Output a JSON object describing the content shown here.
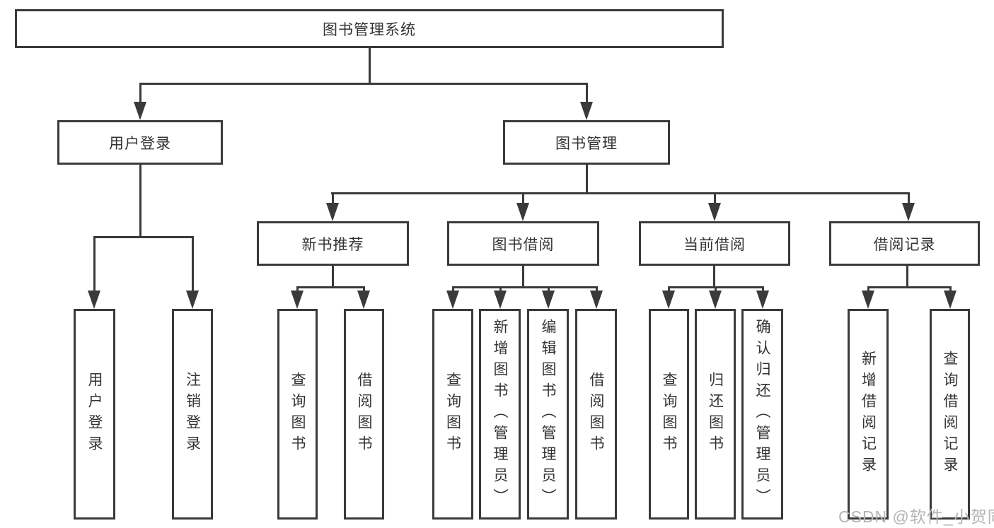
{
  "diagram_title": "图书管理系统",
  "tree": {
    "root": {
      "label": "图书管理系统"
    },
    "children": [
      {
        "label": "用户登录",
        "children": [
          {
            "label": "用户登录"
          },
          {
            "label": "注销登录"
          }
        ]
      },
      {
        "label": "图书管理",
        "children": [
          {
            "label": "新书推荐",
            "children": [
              {
                "label": "查询图书"
              },
              {
                "label": "借阅图书"
              }
            ]
          },
          {
            "label": "图书借阅",
            "children": [
              {
                "label": "查询图书"
              },
              {
                "label": "新增图书（管理员）"
              },
              {
                "label": "编辑图书（管理员）"
              },
              {
                "label": "借阅图书"
              }
            ]
          },
          {
            "label": "当前借阅",
            "children": [
              {
                "label": "查询图书"
              },
              {
                "label": "归还图书"
              },
              {
                "label": "确认归还（管理员）"
              }
            ]
          },
          {
            "label": "借阅记录",
            "children": [
              {
                "label": "新增借阅记录"
              },
              {
                "label": "查询借阅记录"
              }
            ]
          }
        ]
      }
    ]
  },
  "watermark": {
    "text": "CSDN @软件_小贺同学"
  },
  "colors": {
    "line": "#3a3a3a",
    "text": "#333333",
    "background": "#ffffff",
    "watermark": "#b4b4b4"
  }
}
